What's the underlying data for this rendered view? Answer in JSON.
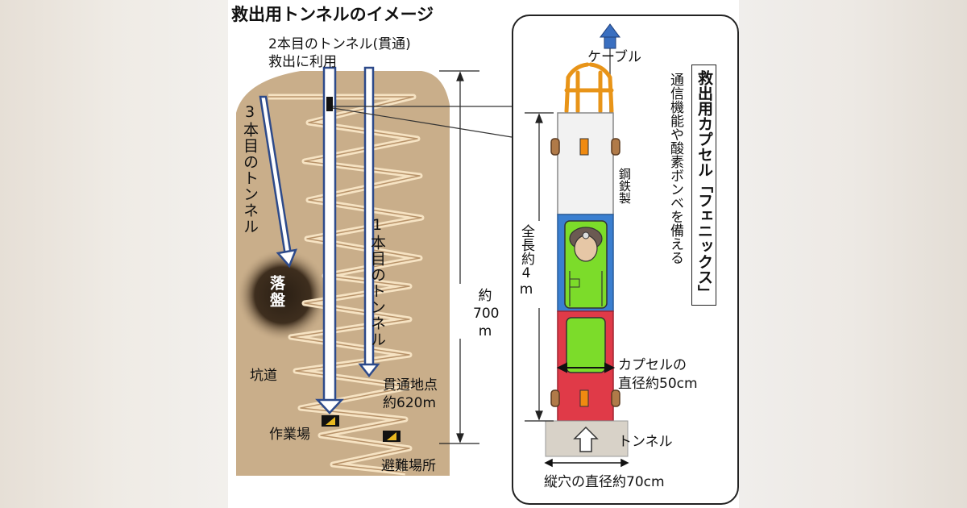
{
  "title": "救出用トンネルのイメージ",
  "left_diagram": {
    "tunnel2_line1": "2本目のトンネル(貫通)",
    "tunnel2_line2": "救出に利用",
    "tunnel3": "3本目のトンネル",
    "tunnel1": "1本目のトンネル",
    "rakuban": "落盤",
    "kodo": "坑道",
    "kantsu_line1": "貫通地点",
    "kantsu_line2": "約620m",
    "sagyoba": "作業場",
    "hinanbasho": "避難場所",
    "depth_line1": "約",
    "depth_line2": "700",
    "depth_line3": "m"
  },
  "capsule": {
    "cable": "ケーブル",
    "name": "救出用カプセル「フェニックス」",
    "features": "通信機能や酸素ボンベを備える",
    "material": "鋼鉄製",
    "length": "全長約4m",
    "diameter_line1": "カプセルの",
    "diameter_line2": "直径約50cm",
    "tunnel": "トンネル",
    "hole_diameter": "縦穴の直径約70cm"
  },
  "colors": {
    "ground": "#c9ae8a",
    "tunnel_arrow": "#2d4a8a",
    "capsule_white": "#f2f2f2",
    "capsule_blue": "#3a7fd0",
    "capsule_green": "#7cdc2a",
    "capsule_red": "#e03a48",
    "frame_orange": "#e89418"
  }
}
